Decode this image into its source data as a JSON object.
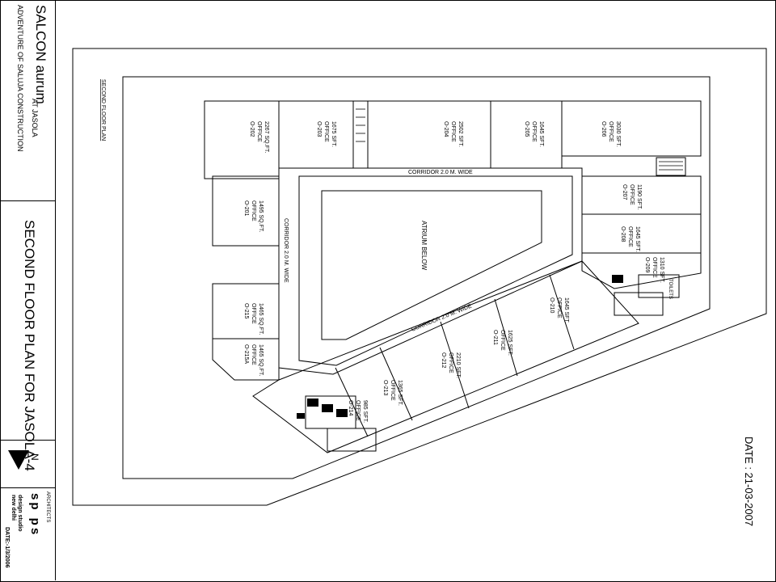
{
  "title_block": {
    "project": "SALCON aurum",
    "location": "AT JASOLA",
    "developer": "ADVENTURE OF SALUJA CONSTRUCTION",
    "sheet_title": "SECOND FLOOR PLAN FOR JASOLA-4",
    "north": "N",
    "architects_label": "ARCHITECTS",
    "architect_logo": "sp ps",
    "architect_studio": "design studio",
    "architect_city": "new delhi",
    "architect_date": "DATE:-1/3/2006"
  },
  "plan": {
    "heading": "SECOND FLOOR PLAN",
    "date": "DATE : 21-03-2007",
    "atrium": "ATRIUM BELOW",
    "corridor_top": "CORRIDOR  2.0 M. WIDE",
    "corridor_left": "CORRIDOR  2.0 M. WIDE",
    "corridor_diag": "CORRIDOR  2.0 M. WIDE",
    "toilets": "TOILETS",
    "offices": [
      {
        "no": "O-202",
        "use": "OFFICE",
        "area": "2267 SQ.FT."
      },
      {
        "no": "O-203",
        "use": "OFFICE",
        "area": "1675 SFT."
      },
      {
        "no": "O-204",
        "use": "OFFICE",
        "area": "2502 SFT."
      },
      {
        "no": "O-205",
        "use": "OFFICE",
        "area": "1645 SFT."
      },
      {
        "no": "O-206",
        "use": "OFFICE",
        "area": "3030 SFT."
      },
      {
        "no": "O-201",
        "use": "OFFICE",
        "area": "1495 SQ.FT."
      },
      {
        "no": "O-207",
        "use": "OFFICE",
        "area": "1190 SFT."
      },
      {
        "no": "O-208",
        "use": "OFFICE",
        "area": "1645 SFT."
      },
      {
        "no": "O-209",
        "use": "OFFICE",
        "area": "1310 SFT."
      },
      {
        "no": "O-215",
        "use": "OFFICE",
        "area": "1465 SQ.FT."
      },
      {
        "no": "O-215A",
        "use": "OFFICE",
        "area": "1465 SQ.FT."
      },
      {
        "no": "O-210",
        "use": "OFFICE",
        "area": "1645 SFT."
      },
      {
        "no": "O-211",
        "use": "OFFICE",
        "area": "1625 SFT."
      },
      {
        "no": "O-212",
        "use": "OFFICE",
        "area": "2210 SFT."
      },
      {
        "no": "O-213",
        "use": "OFFICE",
        "area": "1365 SFT."
      },
      {
        "no": "O-214",
        "use": "OFFICE",
        "area": "985 SFT."
      }
    ]
  }
}
